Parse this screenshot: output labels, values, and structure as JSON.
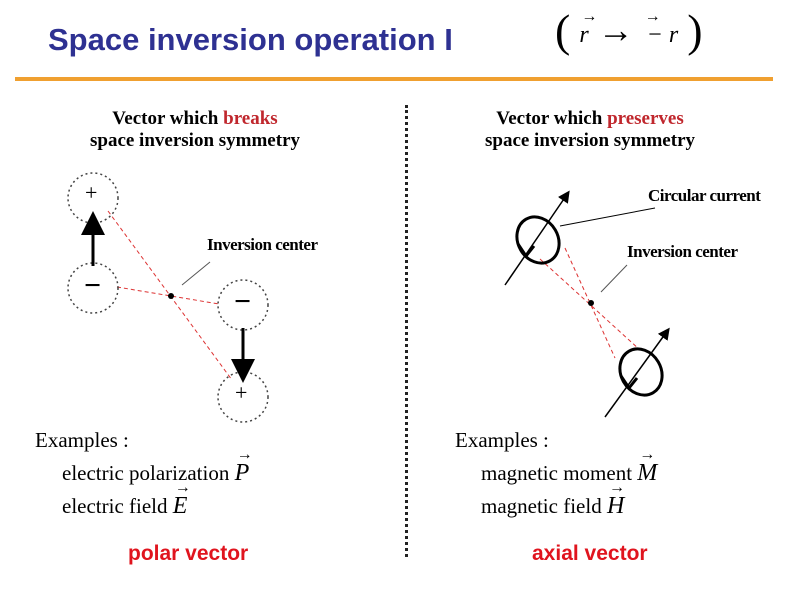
{
  "title": {
    "text": "Space inversion operation I",
    "formula_lhs": "r",
    "formula_arrow": "→",
    "formula_rhs": "− r"
  },
  "left": {
    "heading_prefix": "Vector which ",
    "heading_emph": "breaks",
    "heading_line2": "space inversion symmetry",
    "plus": "+",
    "minus": "−",
    "center_label": "Inversion center",
    "examples_label": "Examples :",
    "examples": [
      {
        "text": "electric polarization",
        "symbol": "P"
      },
      {
        "text": "electric field",
        "symbol": "E"
      }
    ],
    "kind": "polar vector"
  },
  "right": {
    "heading_prefix": "Vector which ",
    "heading_emph": "preserves",
    "heading_line2": "space inversion symmetry",
    "current_label": "Circular current",
    "center_label": "Inversion center",
    "examples_label": "Examples :",
    "examples": [
      {
        "text": "magnetic  moment",
        "symbol": "M"
      },
      {
        "text": "magnetic  field",
        "symbol": "H"
      }
    ],
    "kind": "axial vector"
  },
  "colors": {
    "title": "#2e3192",
    "rule": "#f0a030",
    "emphasis": "#c0272d",
    "kind": "#e0141e"
  }
}
